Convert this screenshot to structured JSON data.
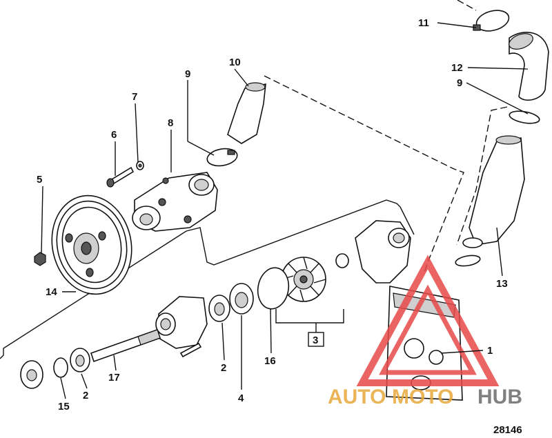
{
  "diagram": {
    "reference_number": "28146",
    "callouts": [
      "1",
      "2",
      "2",
      "3",
      "4",
      "5",
      "6",
      "7",
      "8",
      "9",
      "9",
      "10",
      "11",
      "12",
      "13",
      "14",
      "15",
      "16",
      "17"
    ]
  },
  "watermark": {
    "text_part_a": "AUTO",
    "text_part_b": "MOTO",
    "text_part_c": "HUB",
    "color_primary": "#e8a93a",
    "color_secondary": "#6b6b6b",
    "triangle_color": "#e84a4a"
  }
}
